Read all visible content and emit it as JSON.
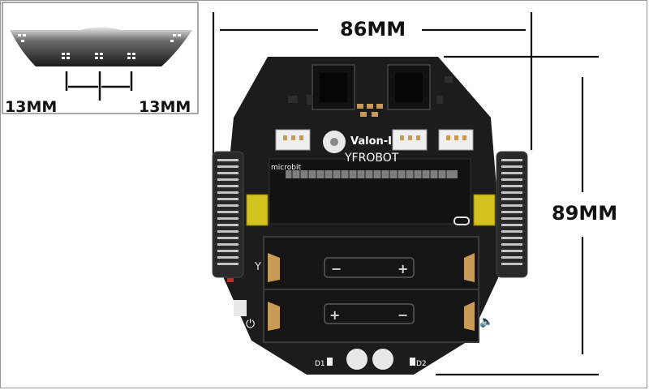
{
  "dimensions": {
    "width_label": "86MM",
    "height_label": "89MM",
    "sensor_left_label": "13MM",
    "sensor_right_label": "13MM"
  },
  "board": {
    "module_label": "Valon-I",
    "brand_label": "YFROBOT",
    "slot_label": "microbit",
    "led_left_label": "D1",
    "led_right_label": "D2",
    "battery_top_minus": "−",
    "battery_top_plus": "+",
    "battery_bottom_plus": "+",
    "battery_bottom_minus": "−",
    "side_text": "Y"
  },
  "colors": {
    "board": "#1c1c1c",
    "pad": "#c89a55",
    "tread": "#2a2a2a",
    "tread_slot": "#c4c4c4",
    "motor": "#d4c21e",
    "connector": "#efefef"
  },
  "icons": [
    "power-icon",
    "speaker-icon",
    "light-sensor-icon"
  ]
}
